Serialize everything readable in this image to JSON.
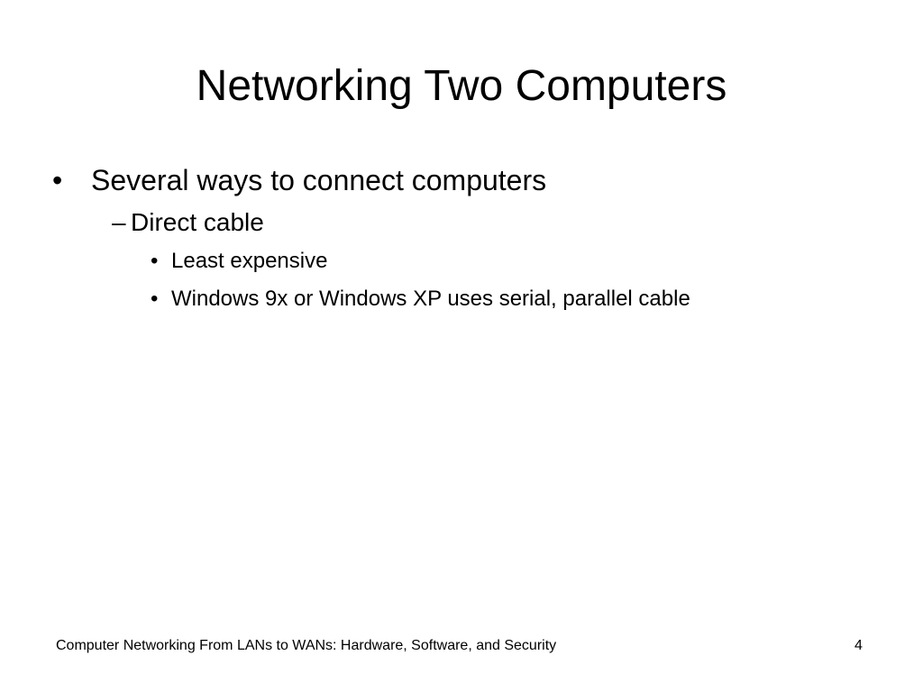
{
  "slide": {
    "title": "Networking Two Computers",
    "bullets": [
      {
        "marker": "•",
        "text": "Several ways to connect computers",
        "children": [
          {
            "marker": "–",
            "text": "Direct cable",
            "children": [
              {
                "marker": "•",
                "text": "Least expensive"
              },
              {
                "marker": "•",
                "text": "Windows 9x or Windows XP uses serial, parallel cable"
              }
            ]
          }
        ]
      }
    ],
    "footer": {
      "text": "Computer Networking From LANs to WANs: Hardware, Software, and Security",
      "page_number": "4"
    }
  }
}
